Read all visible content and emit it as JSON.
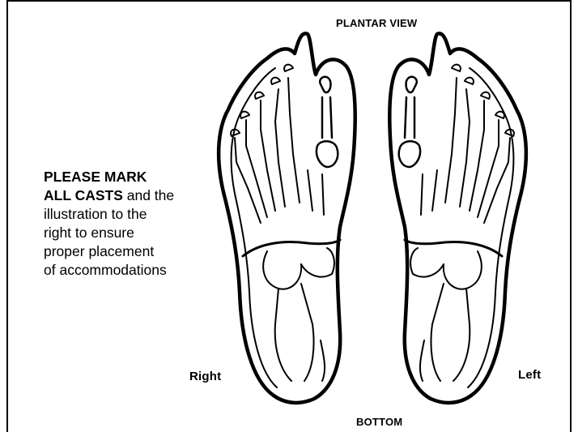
{
  "diagram": {
    "title": "PLANTAR VIEW",
    "bottom_label": "BOTTOM",
    "right_label": "Right",
    "left_label": "Left",
    "instructions": {
      "bold_1": "PLEASE MARK",
      "bold_2": "ALL CASTS",
      "text_2": " and the",
      "text_3": "illustration to the",
      "text_4": "right to ensure",
      "text_5": "proper placement",
      "text_6": "of accommodations"
    }
  }
}
